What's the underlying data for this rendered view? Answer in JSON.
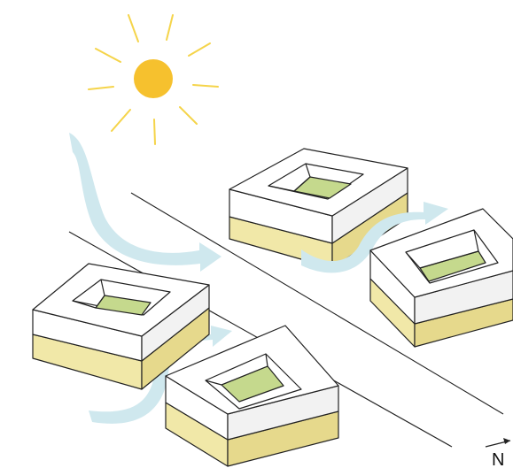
{
  "diagram": {
    "north_label": "N",
    "colors": {
      "sun": "#f6c12e",
      "sun_rays": "#f5d44a",
      "wind": "#cfe8ee",
      "roof": "#ffffff",
      "wall_light": "#ffffff",
      "wall_shade": "#f2f2f2",
      "base": "#f1e8a8",
      "base_shade": "#e6d98c",
      "courtyard": "#c5d98d",
      "outline": "#222222",
      "road": "#222222"
    },
    "elements": [
      "sun-icon",
      "wind-flow-arrows",
      "street-lines",
      "courtyard-buildings",
      "north-arrow"
    ]
  }
}
